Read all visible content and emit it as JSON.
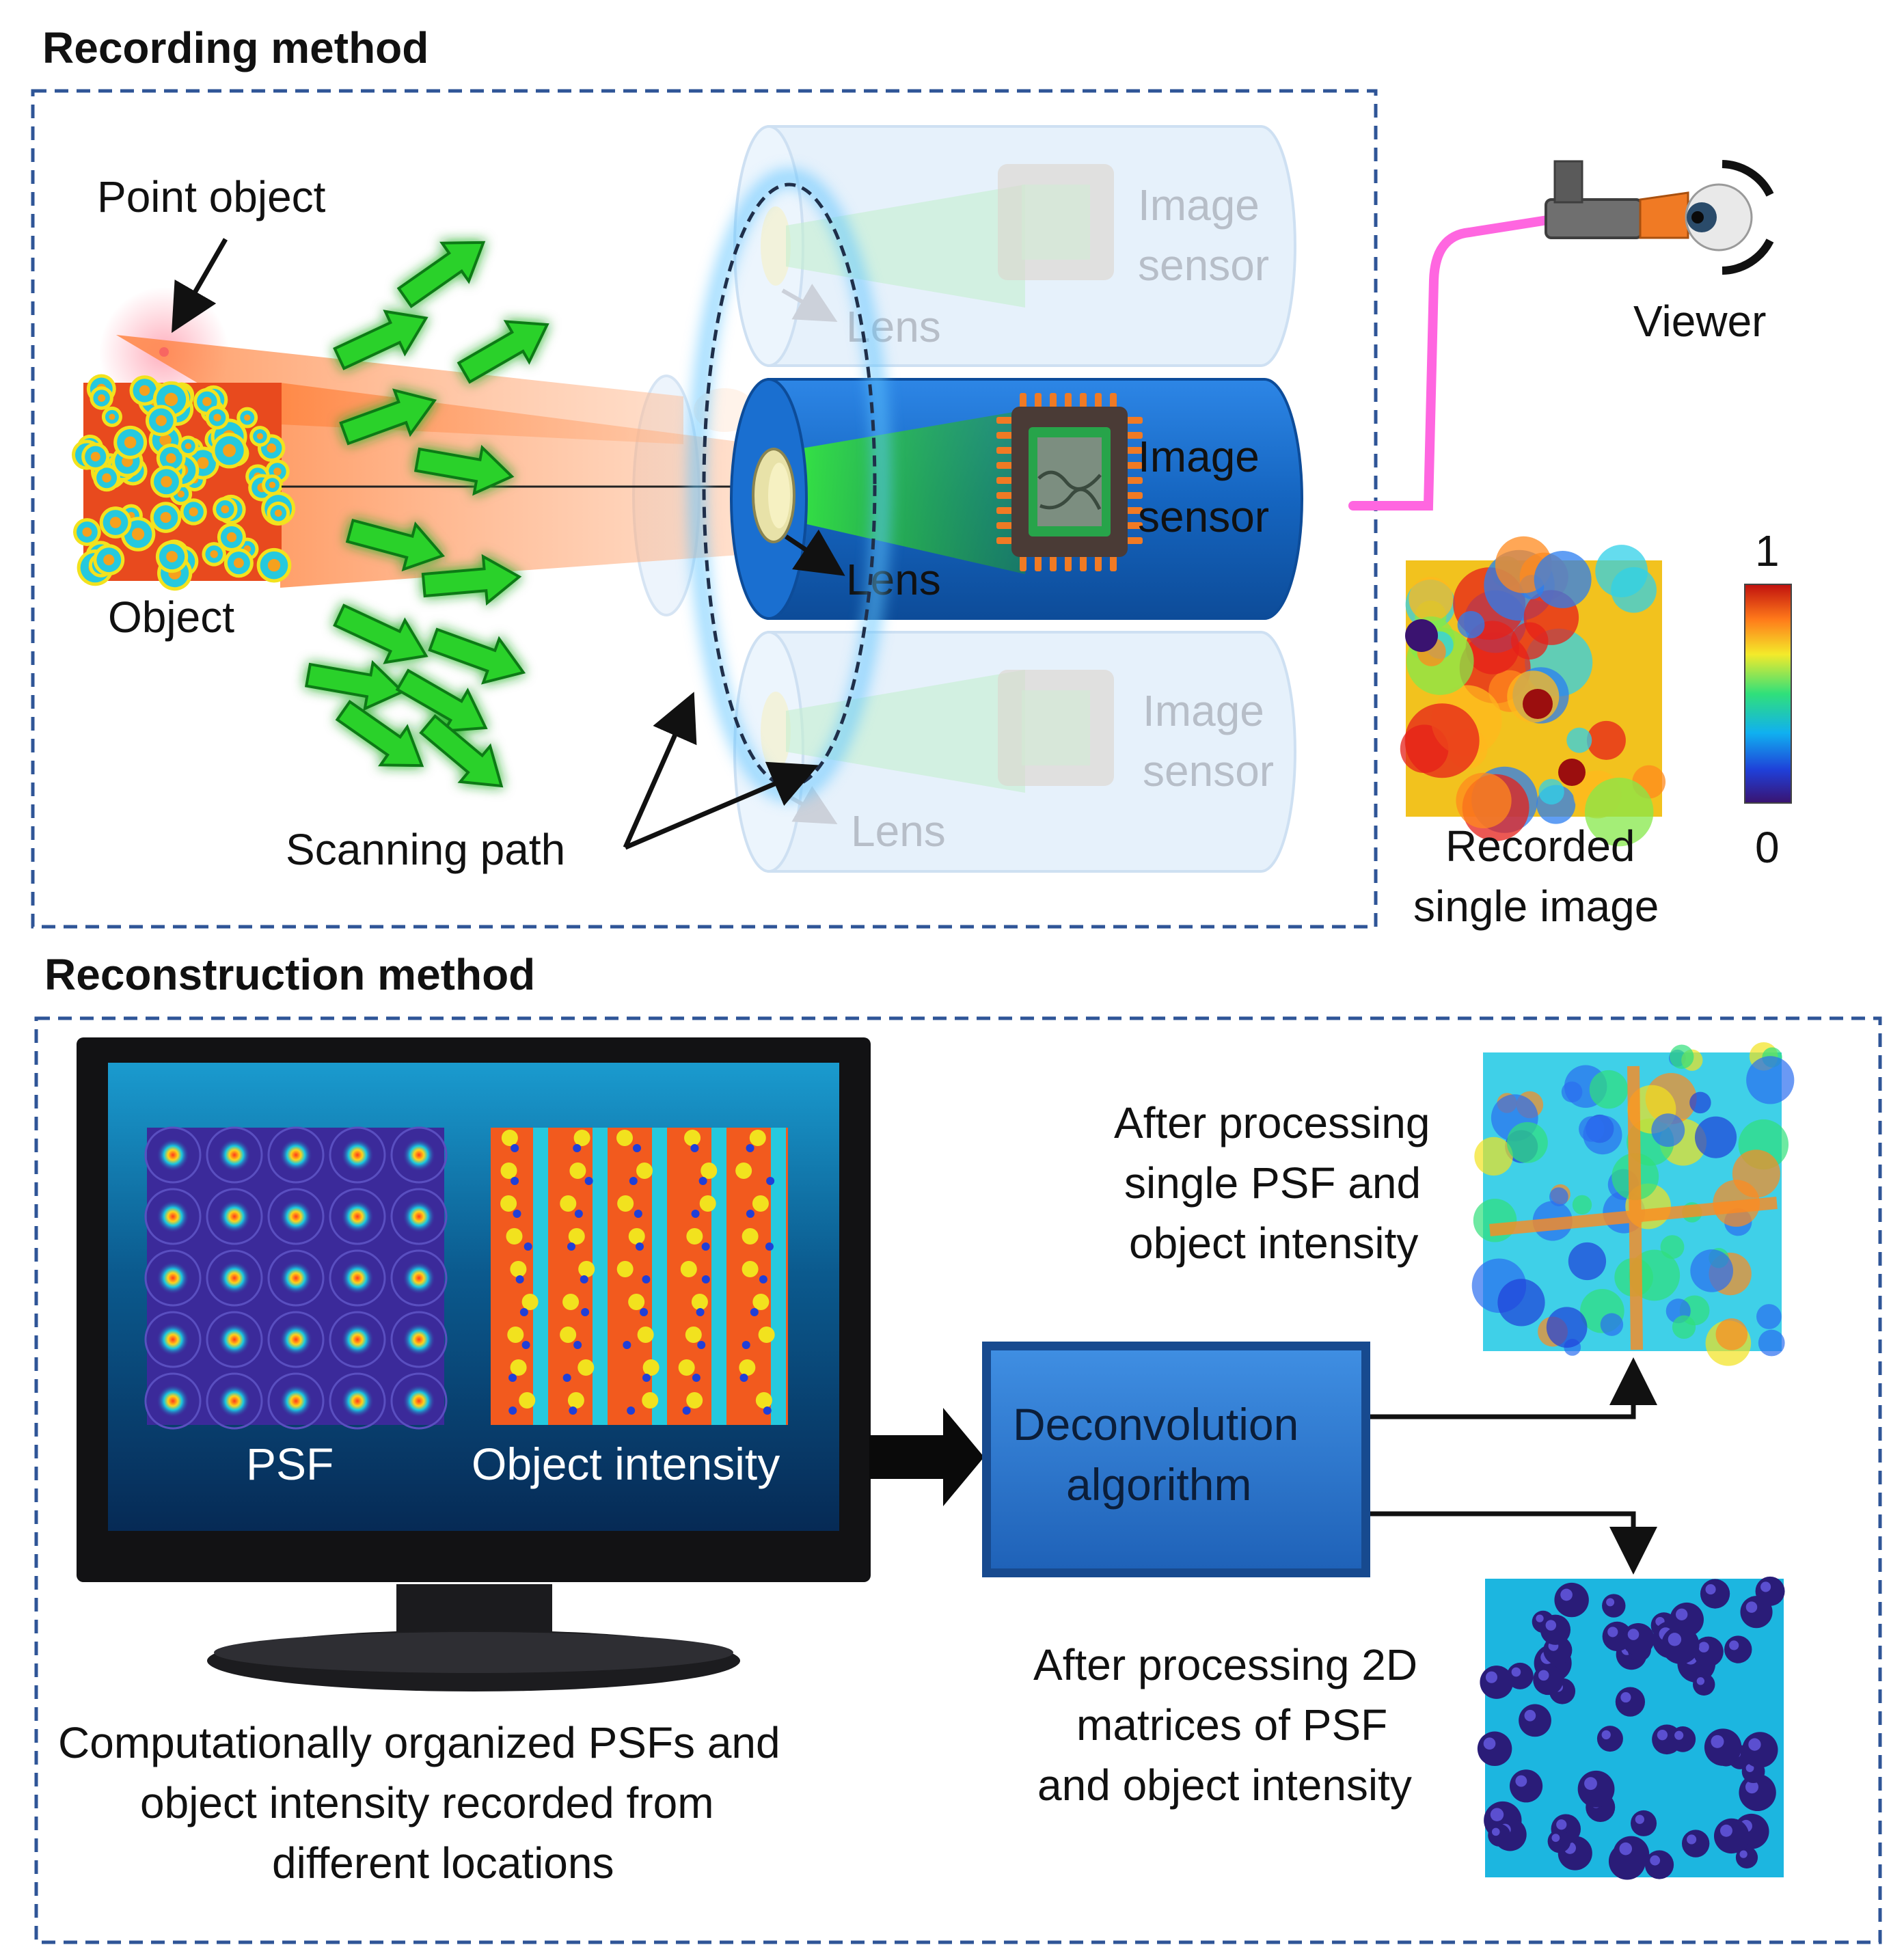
{
  "recording": {
    "title": "Recording method",
    "point_object": "Point object",
    "object": "Object",
    "scanning_path": "Scanning path",
    "lens": "Lens",
    "image_sensor_line1": "Image",
    "image_sensor_line2": "sensor",
    "viewer": "Viewer",
    "recorded_line1": "Recorded",
    "recorded_line2": "single image",
    "colorbar_max": "1",
    "colorbar_min": "0"
  },
  "reconstruction": {
    "title": "Reconstruction method",
    "psf": "PSF",
    "object_intensity": "Object intensity",
    "caption_line1": "Computationally organized PSFs and",
    "caption_line2": "object intensity recorded from",
    "caption_line3": "different locations",
    "algo_line1": "Deconvolution",
    "algo_line2": "algorithm",
    "result1_line1": "After processing",
    "result1_line2": "single PSF and",
    "result1_line3": "object intensity",
    "result2_line1": "After processing 2D",
    "result2_line2": "matrices of PSF",
    "result2_line3": "and object intensity"
  },
  "colors": {
    "dashed_border": "#2f5597",
    "camera_blue": "#1565c0",
    "algorithm_box": "#2a76d2",
    "green_arrow": "#27c42b",
    "orange_beam": "#ff9a55",
    "cable_pink": "#ff66e0"
  }
}
